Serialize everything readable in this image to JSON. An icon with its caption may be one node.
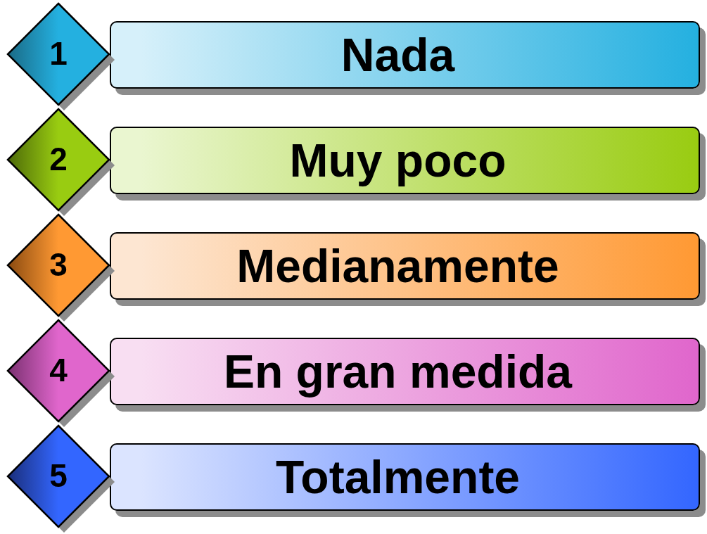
{
  "diagram": {
    "nodes": [
      {
        "text": [
          "1"
        ]
      },
      {
        "text": [
          "Nada"
        ]
      },
      {
        "text": [
          "2"
        ]
      },
      {
        "text": [
          "Muy poco"
        ]
      },
      {
        "text": [
          "3"
        ]
      },
      {
        "text": [
          "Medianamente"
        ]
      },
      {
        "text": [
          "4"
        ]
      },
      {
        "text": [
          "En gran medida"
        ]
      },
      {
        "text": [
          "5"
        ]
      },
      {
        "text": [
          "Totalmente"
        ]
      }
    ]
  }
}
